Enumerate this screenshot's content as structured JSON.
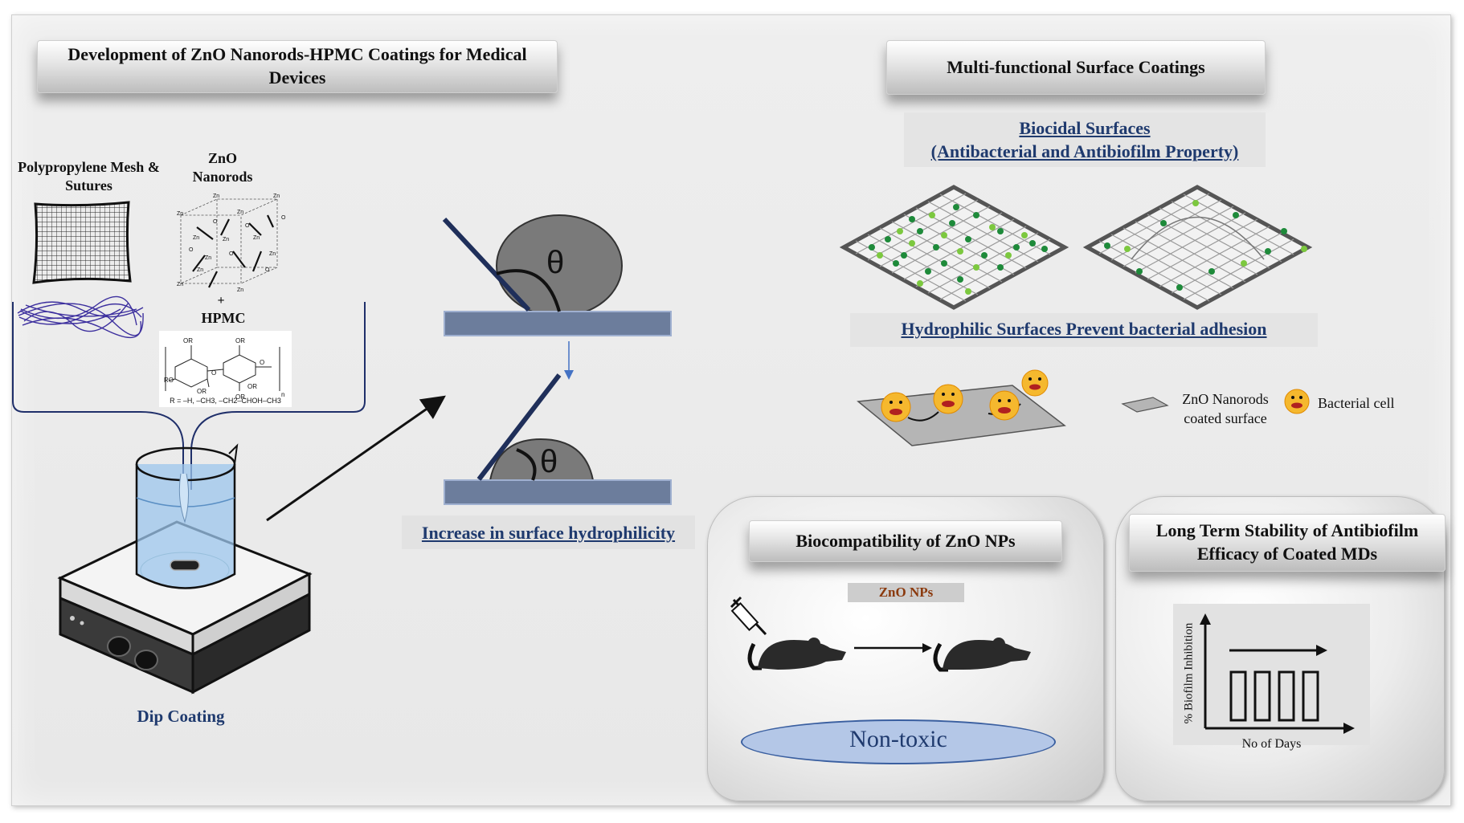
{
  "left": {
    "title": "Development of ZnO Nanorods-HPMC Coatings for Medical Devices",
    "mesh_label": "Polypropylene Mesh & Sutures",
    "zno_label": "ZnO Nanorods",
    "plus": "+",
    "hpmc_label": "HPMC",
    "r_formula": "R = –H, –CH3, –CH2–CHOH–CH3",
    "dip_label": "Dip Coating"
  },
  "middle": {
    "theta": "θ",
    "hydro_label": "Increase in surface hydrophilicity"
  },
  "right": {
    "title": "Multi-functional Surface Coatings",
    "biocidal_title": "Biocidal Surfaces",
    "biocidal_sub": "(Antibacterial and Antibiofilm Property)",
    "hydrophilic_title": "Hydrophilic Surfaces Prevent bacterial adhesion",
    "legend_surface": "ZnO Nanorods coated surface",
    "legend_cell": "Bacterial cell"
  },
  "bio_panel": {
    "title": "Biocompatibility of ZnO NPs",
    "zno_nps": "ZnO NPs",
    "non_toxic": "Non-toxic"
  },
  "stability_panel": {
    "title": "Long Term Stability of Antibiofilm Efficacy of Coated MDs",
    "ylabel": "% Biofilm Inhibition",
    "xlabel": "No of Days"
  },
  "colors": {
    "accent_blue": "#1f3a6e",
    "plate": "#6c7d9c",
    "drop": "#7a7a7a"
  }
}
